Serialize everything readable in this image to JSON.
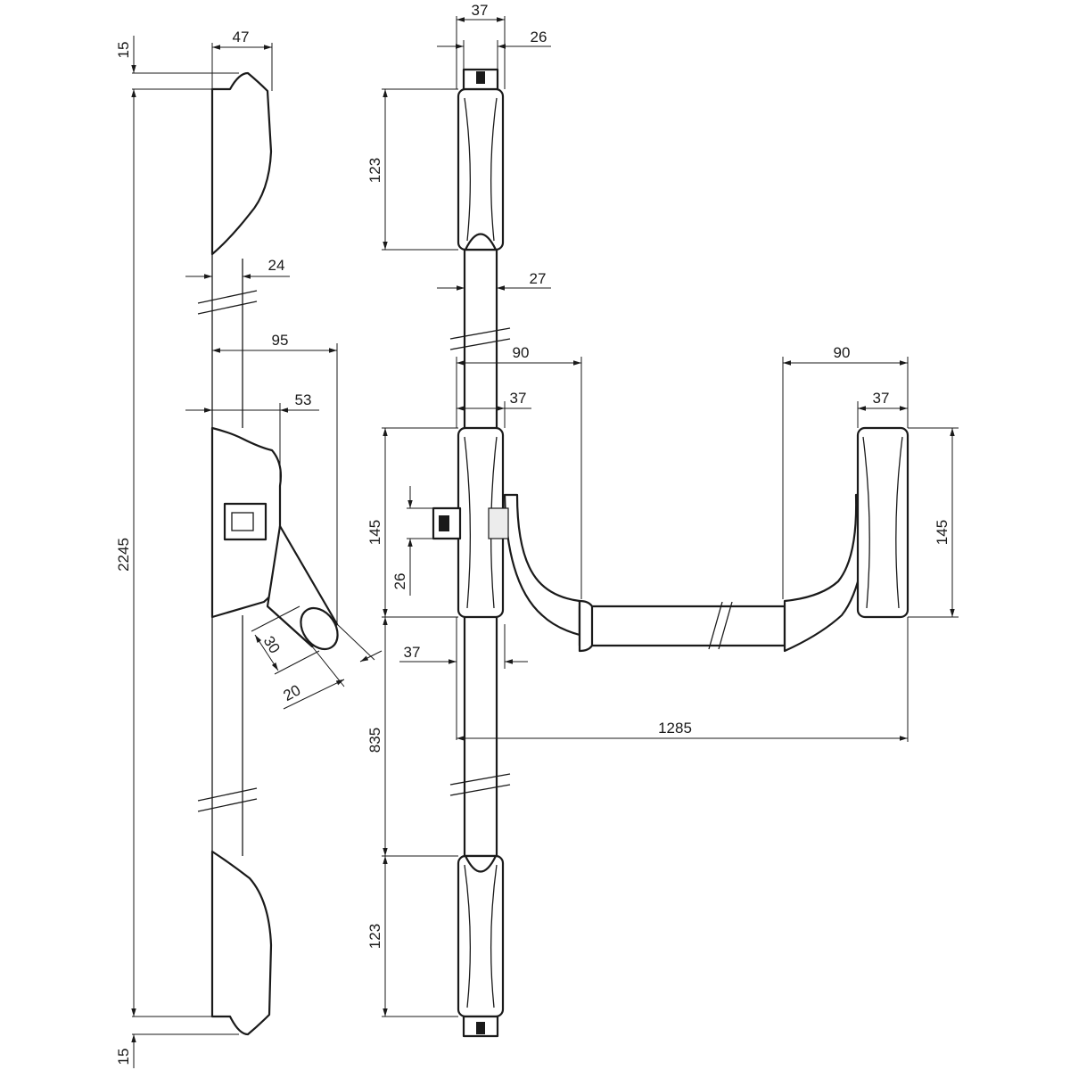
{
  "title": "",
  "dimensions": {
    "top_overhang": "15",
    "bottom_overhang": "15",
    "side_width": "47",
    "total_height": "2245",
    "rod_diameter_side": "24",
    "handle_depth": "95",
    "handle_offset": "53",
    "handle_tip_length": "30",
    "handle_tip_width": "20",
    "top_bolt_width": "37",
    "top_bolt_gap": "26",
    "top_guide_height": "123",
    "rod_diameter": "27",
    "lock_projection_left": "90",
    "lock_body_width_left": "37",
    "lock_height_left": "145",
    "follower_height": "26",
    "lower_rod_width": "37",
    "lower_rod_length": "835",
    "bottom_guide_height": "123",
    "bar_span": "1285",
    "lock_projection_right": "90",
    "lock_body_width_right": "37",
    "lock_height_right": "145"
  },
  "colors": {
    "line": "#1a1a1a",
    "shade": "#ececec",
    "background": "#ffffff"
  }
}
